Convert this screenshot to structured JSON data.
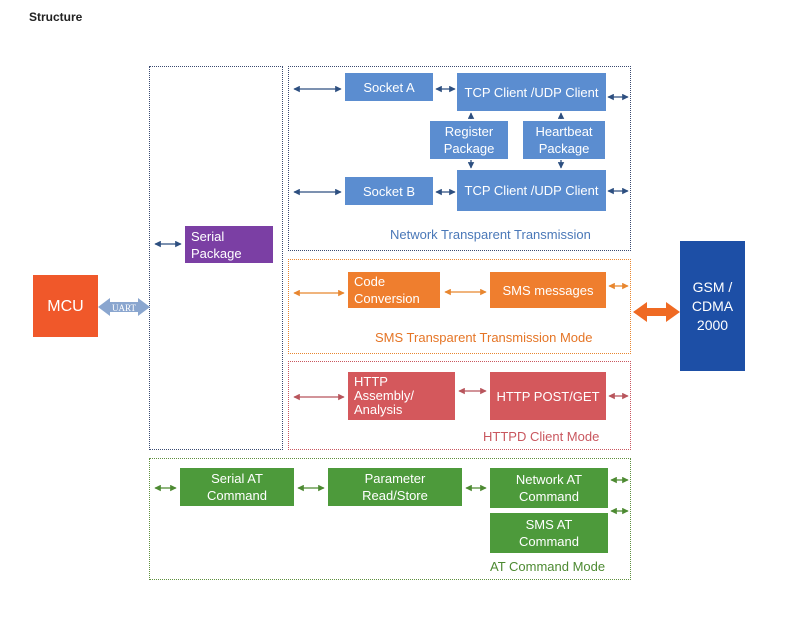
{
  "title": "Structure",
  "nodes": {
    "mcu": "MCU",
    "uart": "UART",
    "serial_package": [
      "Serial",
      "Package"
    ],
    "socket_a": "Socket A",
    "socket_b": "Socket B",
    "tcp_client_a": "TCP Client /UDP Client",
    "tcp_client_b": "TCP Client /UDP Client",
    "register_package": [
      "Register",
      "Package"
    ],
    "heartbeat_package": [
      "Heartbeat",
      "Package"
    ],
    "code_conversion": [
      "Code",
      "Conversion"
    ],
    "sms_messages": "SMS messages",
    "http_assembly": [
      "HTTP",
      "Assembly/",
      "Analysis"
    ],
    "http_post_get": "HTTP POST/GET",
    "serial_at_command": [
      "Serial AT",
      "Command"
    ],
    "parameter_read_store": "Parameter Read/Store",
    "network_at_command": [
      "Network AT",
      "Command"
    ],
    "sms_at_command": "SMS AT Command",
    "gsm": [
      "GSM /",
      "CDMA",
      "2000"
    ]
  },
  "regions": {
    "network": "Network Transparent Transmission",
    "sms": "SMS Transparent Transmission Mode",
    "httpd": "HTTPD Client Mode",
    "at": "AT Command Mode"
  },
  "colors": {
    "blue": "#5b8dd0",
    "purple": "#7b3fa4",
    "orange": "#ef7e2e",
    "red": "#d4585c",
    "green": "#4d9a3b",
    "mcu": "#f0582a",
    "gsm": "#1d4fa6",
    "uart_arrow": "#8aa6cf"
  }
}
